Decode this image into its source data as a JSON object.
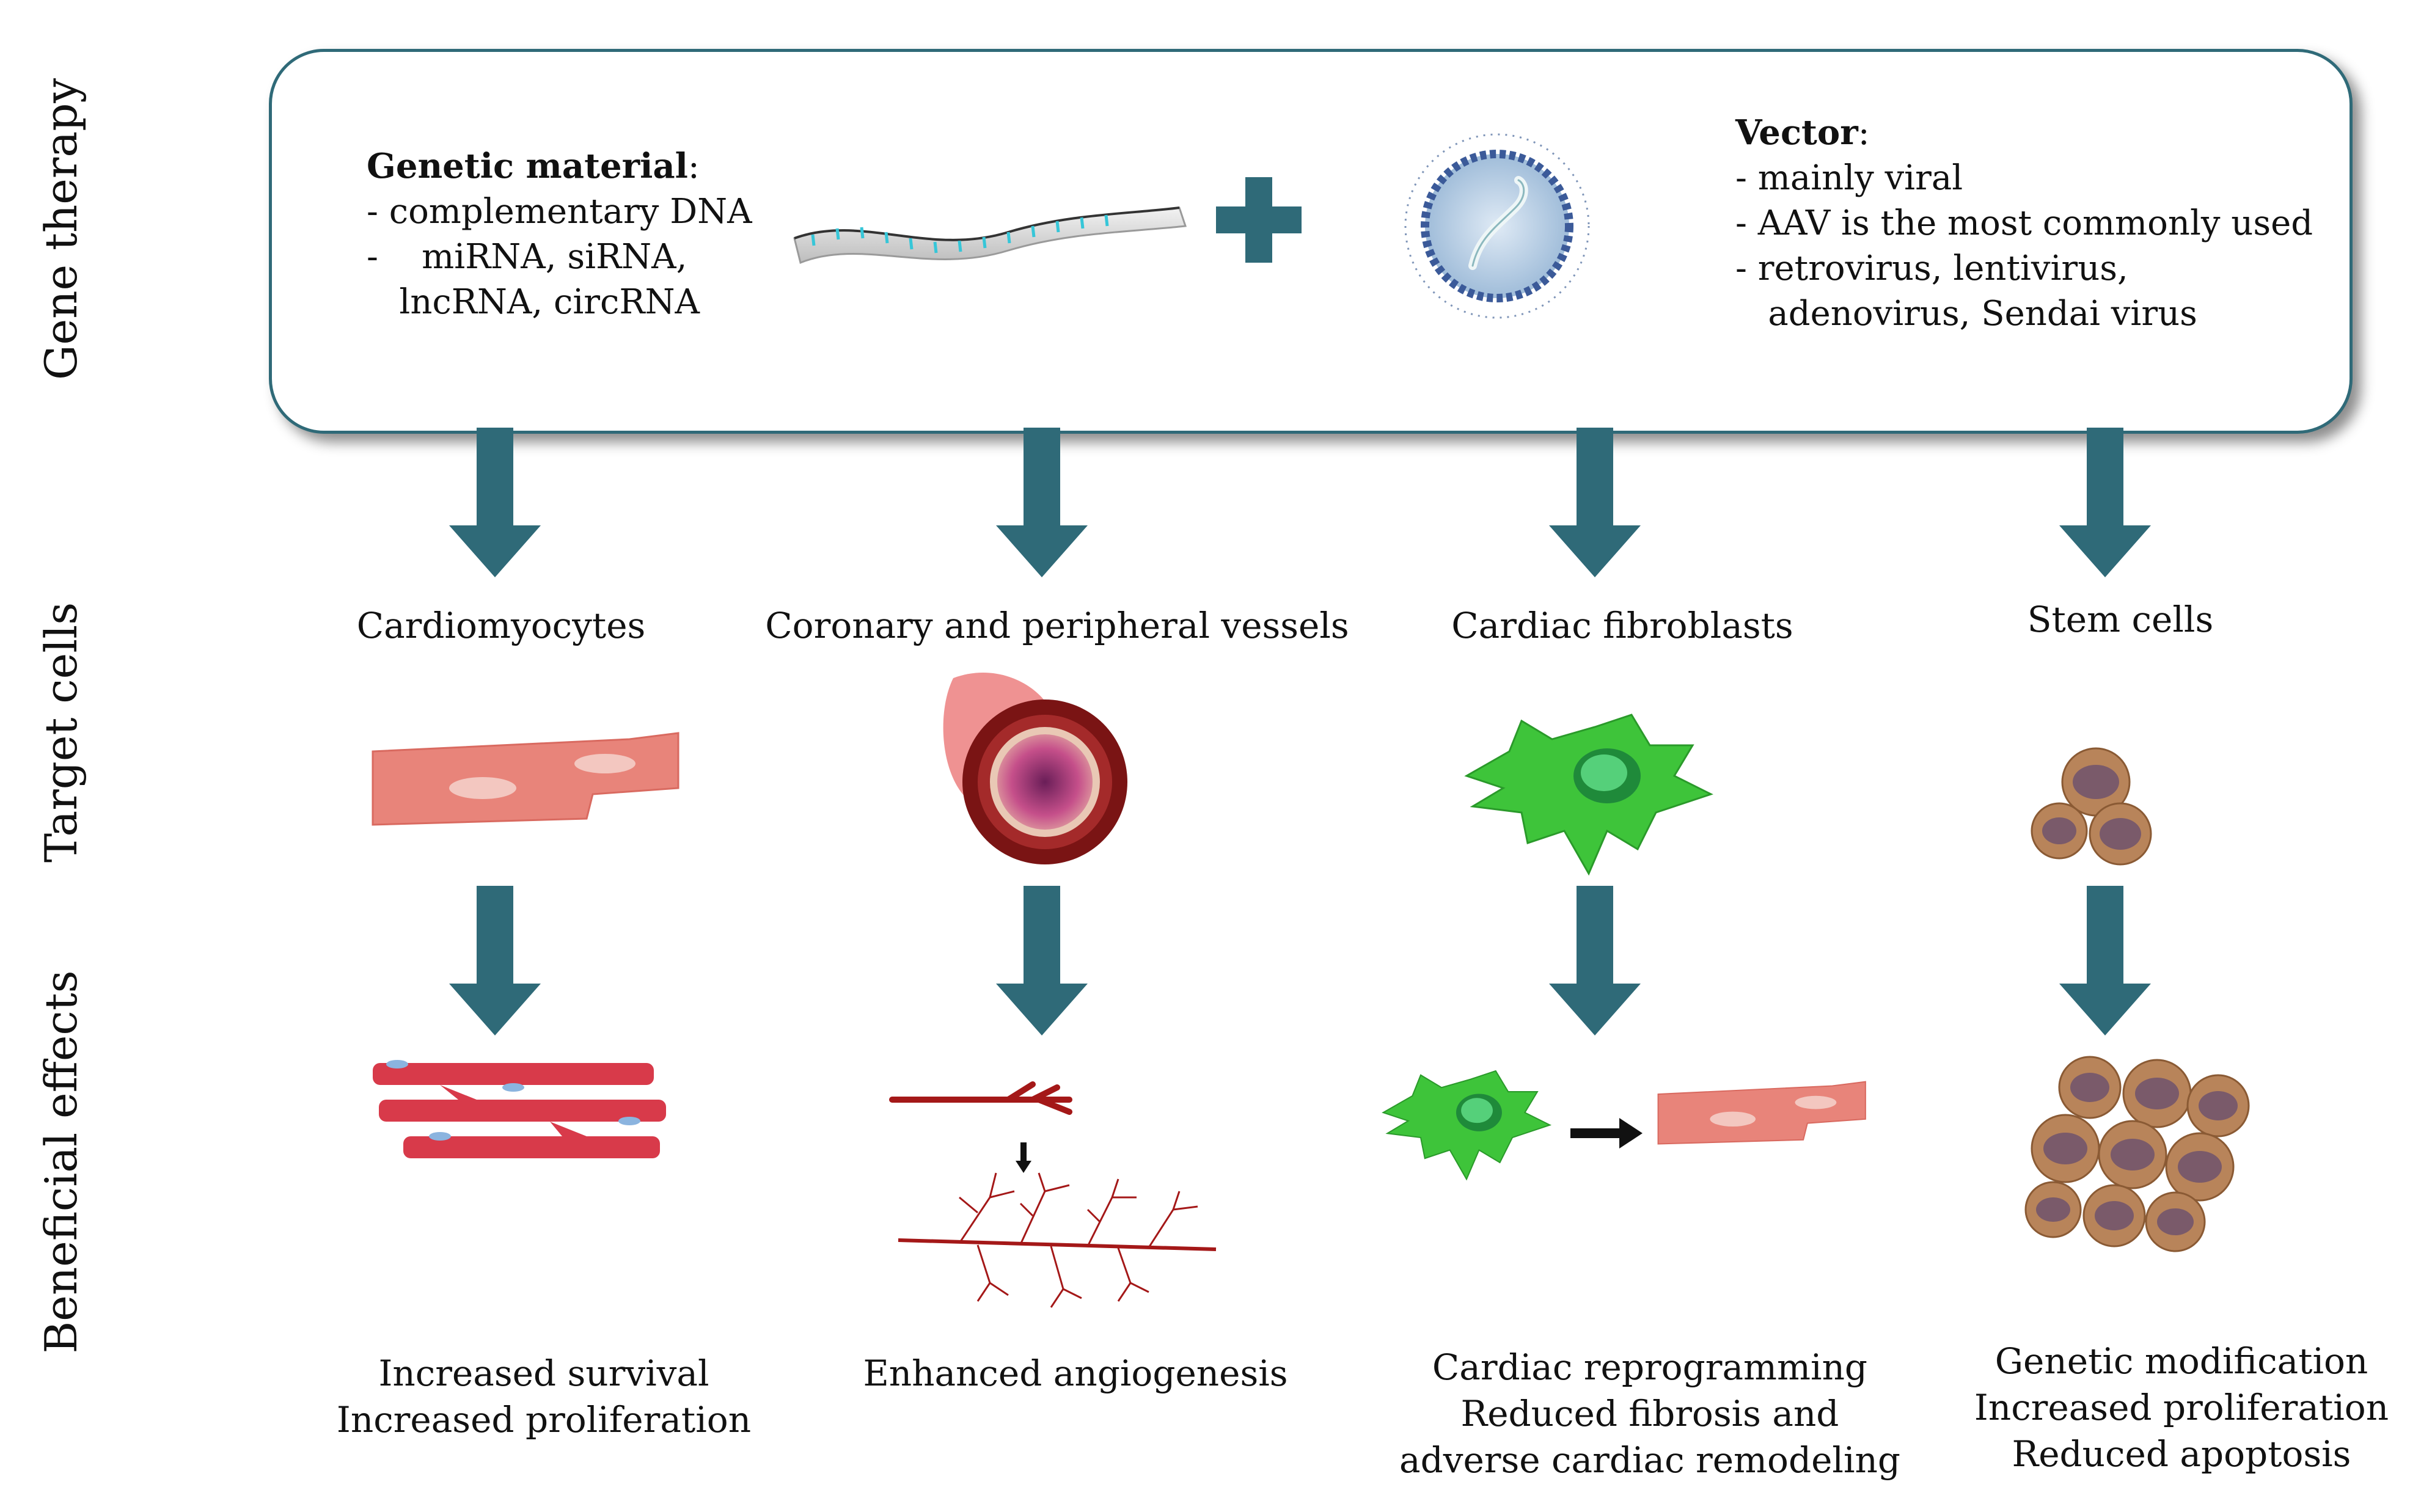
{
  "row_labels": {
    "gene_therapy": "Gene therapy",
    "target_cells": "Target cells",
    "beneficial_effects": "Beneficial  effects"
  },
  "genetic_material": {
    "heading": "Genetic material",
    "heading_colon": ":",
    "items": [
      "- complementary  DNA",
      "-    miRNA, siRNA,",
      "   lncRNA, circRNA"
    ]
  },
  "vector": {
    "heading": "Vector",
    "heading_colon": ":",
    "items": [
      "- mainly viral",
      "- AAV is the most commonly used",
      "- retrovirus, lentivirus,",
      "   adenovirus, Sendai virus"
    ]
  },
  "target_cells": [
    {
      "name": "Cardiomyocytes"
    },
    {
      "name": "Coronary and peripheral vessels"
    },
    {
      "name": "Cardiac fibroblasts"
    },
    {
      "name": "Stem cells"
    }
  ],
  "effects": [
    {
      "lines": [
        "Increased survival",
        "Increased proliferation"
      ]
    },
    {
      "lines": [
        "Enhanced angiogenesis"
      ]
    },
    {
      "lines": [
        "Cardiac reprogramming",
        "Reduced fibrosis and",
        "adverse cardiac remodeling"
      ]
    },
    {
      "lines": [
        "Genetic modification",
        "Increased proliferation",
        "Reduced apoptosis"
      ]
    }
  ],
  "colors": {
    "arrow": "#2f6a78",
    "box_border": "#2f6a78",
    "cardiomyocyte": "#e8847a",
    "fibroblast": "#3ec43a",
    "vessel": "#a41818",
    "stem_cell": "#b8845a"
  }
}
